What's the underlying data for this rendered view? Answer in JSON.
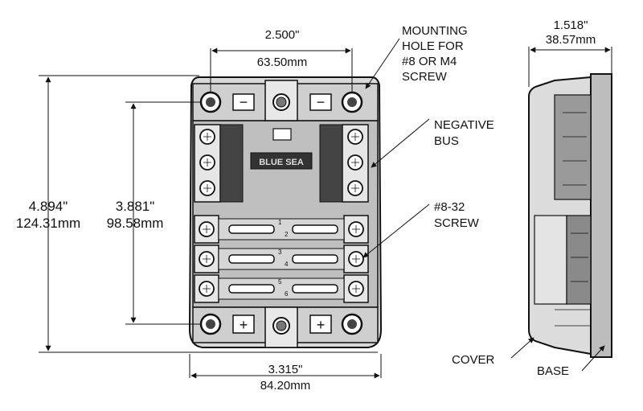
{
  "dimensions": {
    "top_width_in": "2.500\"",
    "top_width_mm": "63.50mm",
    "side_depth_in": "1.518\"",
    "side_depth_mm": "38.57mm",
    "total_height_in": "4.894\"",
    "total_height_mm": "124.31mm",
    "hole_spacing_in": "3.881\"",
    "hole_spacing_mm": "98.58mm",
    "base_width_in": "3.315\"",
    "base_width_mm": "84.20mm"
  },
  "callouts": {
    "mounting_hole": [
      "MOUNTING",
      "HOLE FOR",
      "#8 OR M4",
      "SCREW"
    ],
    "negative_bus": [
      "NEGATIVE",
      "BUS"
    ],
    "screw": [
      "#8-32",
      "SCREW"
    ],
    "cover": "COVER",
    "base": "BASE"
  },
  "fuse_numbers": [
    "1",
    "2",
    "3",
    "4",
    "5",
    "6"
  ],
  "terminal_symbols": {
    "negative": "−",
    "positive": "+"
  },
  "brand_text": "BLUE SEA"
}
